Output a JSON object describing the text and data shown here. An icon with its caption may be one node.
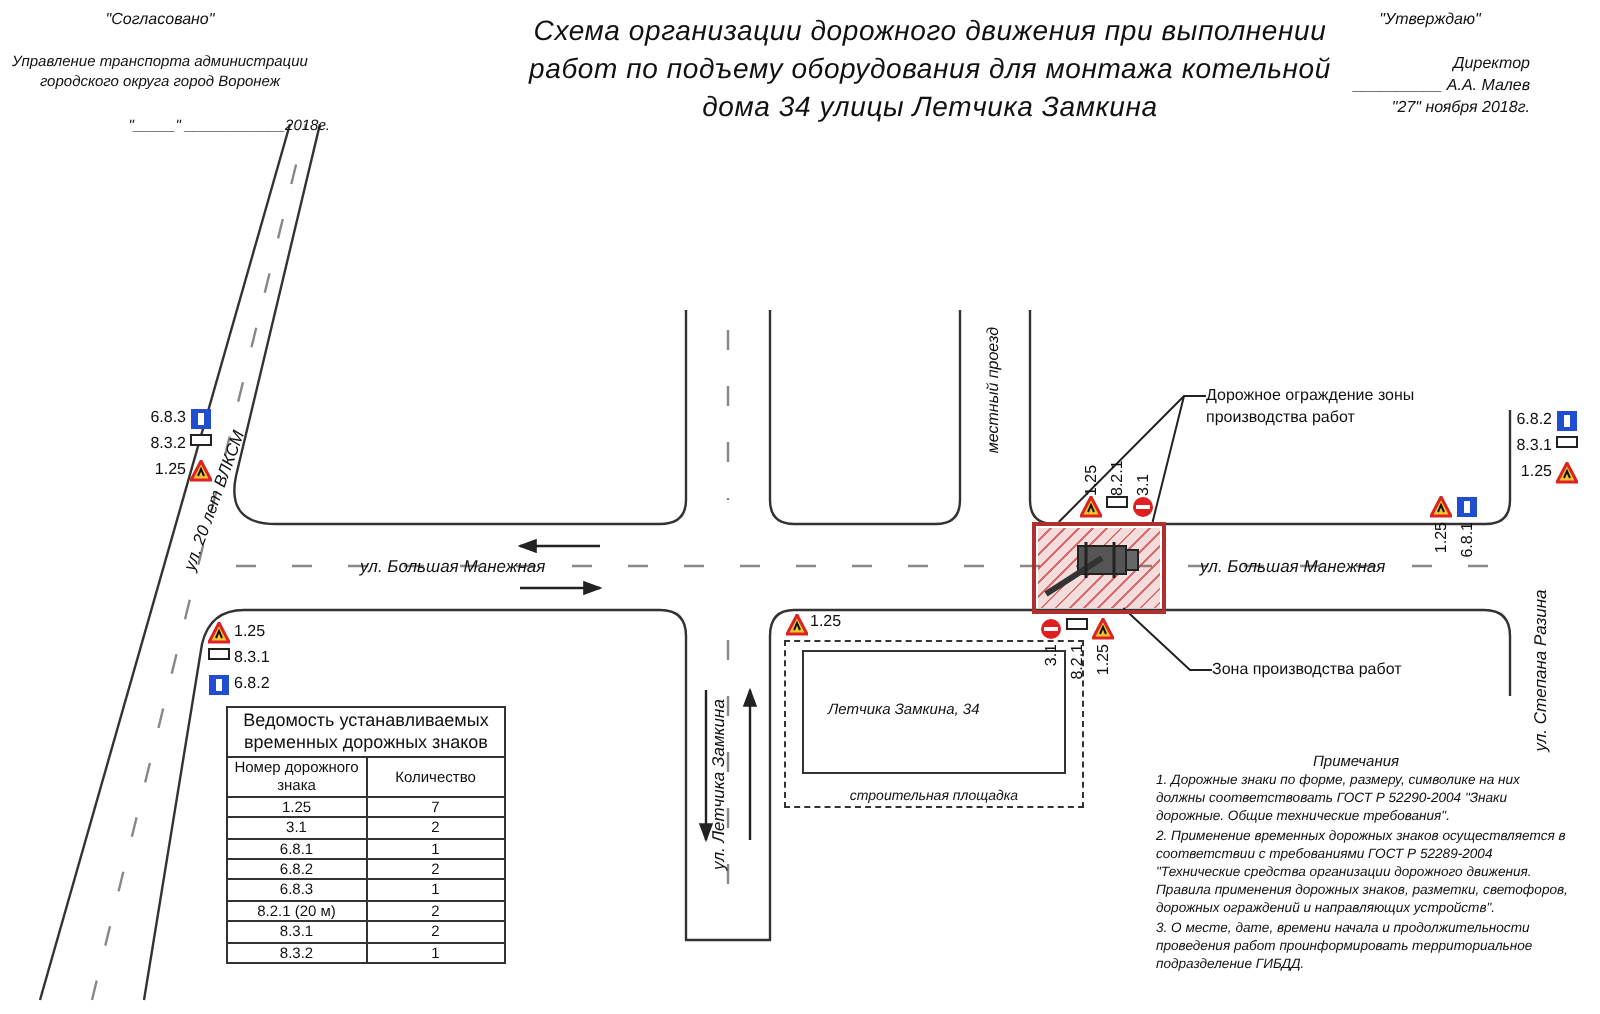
{
  "diagram": {
    "title": "Схема организации дорожного движения при выполнении работ по подъему оборудования для монтажа котельной дома 34 улицы Летчика Замкина",
    "nodes": [
      {
        "text": [
          "строительная площадка"
        ]
      },
      {
        "text": [
          "Летчика Замкина, 34"
        ],
        "in": 0
      },
      {
        "text": [
          "Дорожное ограждение зоны производства работ"
        ]
      },
      {
        "text": [],
        "shape": "box"
      },
      {
        "text": [
          "Зона производства работ"
        ]
      },
      {
        "text": [],
        "shape": "box",
        "in": 3
      }
    ],
    "edges": [
      {
        "from": 2,
        "to": 3,
        "arrow": "none"
      },
      {
        "from": 4,
        "to": 5,
        "arrow": "none"
      }
    ],
    "labels": [
      "\"Согласовано\"",
      "Управление транспорта администрации городского округа город Воронеж",
      "\"_____\" ____________2018г.",
      "\"Утверждаю\"",
      "Директор",
      "__________ А.А. Малев",
      "\"27\" ноября 2018г.",
      "ул. 20 лет ВЛКСМ",
      "ул. Большая Манежная",
      "местный проезд",
      "ул. Большая Манежная",
      "ул. Летчика Замкина",
      "ул. Степана Разина",
      "6.8.3",
      "8.3.2",
      "1.25",
      "1.25",
      "8.3.1",
      "6.8.2",
      "1.25",
      "8.2.1",
      "3.1",
      "6.8.2",
      "8.3.1",
      "1.25",
      "1.25",
      "6.8.1",
      "3.1",
      "8.2.1",
      "1.25",
      "1.25",
      "Ведомость устанавливаемых временных дорожных знаков",
      "Номер дорожного знака",
      "Количество",
      "1.25",
      "7",
      "3.1",
      "2",
      "6.8.1",
      "1",
      "6.8.2",
      "2",
      "6.8.3",
      "1",
      "8.2.1 (20 м)",
      "2",
      "8.3.1",
      "2",
      "8.3.2",
      "1",
      "Примечания",
      "1. Дорожные знаки по форме, размеру, символике на них должны соответствовать ГОСТ Р 52290-2004 \"Знаки дорожные. Общие технические требования\".",
      "2. Применение временных дорожных знаков осуществляется в соответствии с требованиями ГОСТ Р 52289-2004 \"Технические средства организации дорожного движения. Правила применения дорожных знаков, разметки, светофоров, дорожных ограждений и направляющих устройств\".",
      "3. О месте, дате, времени начала и продолжительности проведения работ проинформировать территориальное подразделение ГИБДД."
    ]
  }
}
